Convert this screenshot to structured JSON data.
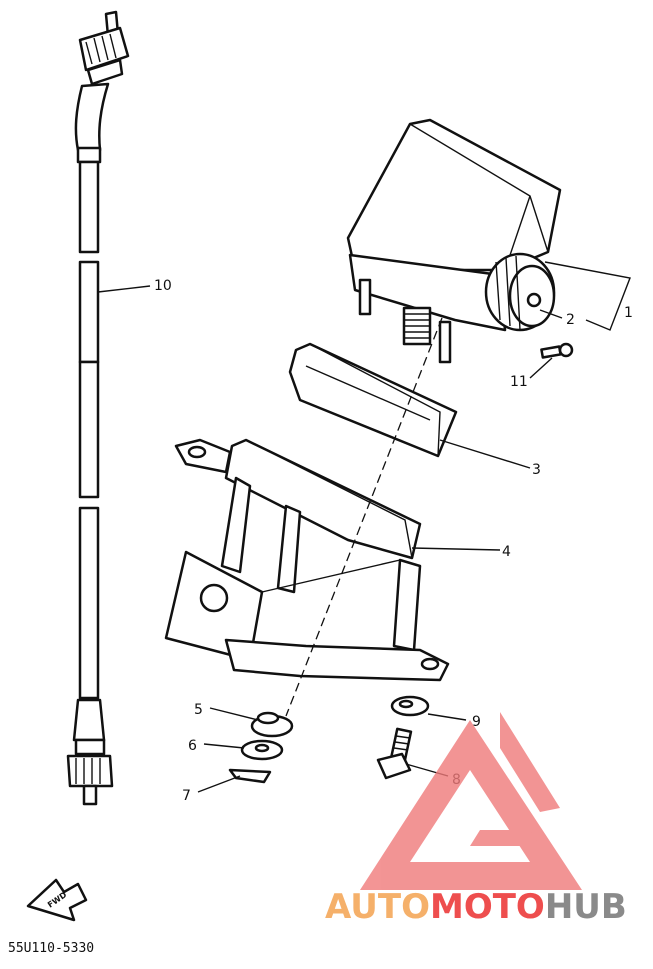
{
  "callouts": {
    "c1": "1",
    "c2": "2",
    "c3": "3",
    "c4": "4",
    "c5": "5",
    "c6": "6",
    "c7": "7",
    "c8": "8",
    "c9": "9",
    "c10": "10",
    "c11": "11"
  },
  "diagram_code": "55U110-5330",
  "fwd_label": "FWD",
  "watermark": {
    "part1": "AUTO",
    "part2": "MOTO",
    "part3": "HUB",
    "colors": {
      "auto": "#f5b06a",
      "moto": "#ee4e4e",
      "hub": "#8a8a8a",
      "logo": "#f07a7a"
    }
  }
}
